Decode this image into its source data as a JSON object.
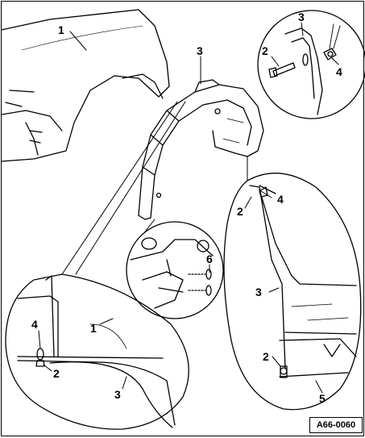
{
  "callouts": {
    "fender_top": "1",
    "liner_top": "3",
    "detail_top_3": "3",
    "detail_top_2": "2",
    "detail_top_4": "4",
    "detail_mid_6": "6",
    "detail_right_4": "4",
    "detail_right_2a": "2",
    "detail_right_3": "3",
    "detail_right_2b": "2",
    "detail_right_5": "5",
    "detail_left_4": "4",
    "detail_left_1": "1",
    "detail_left_2": "2",
    "detail_left_3": "3"
  },
  "reference_code": "A66-0060",
  "colors": {
    "line": "#000000",
    "background": "#ffffff"
  }
}
